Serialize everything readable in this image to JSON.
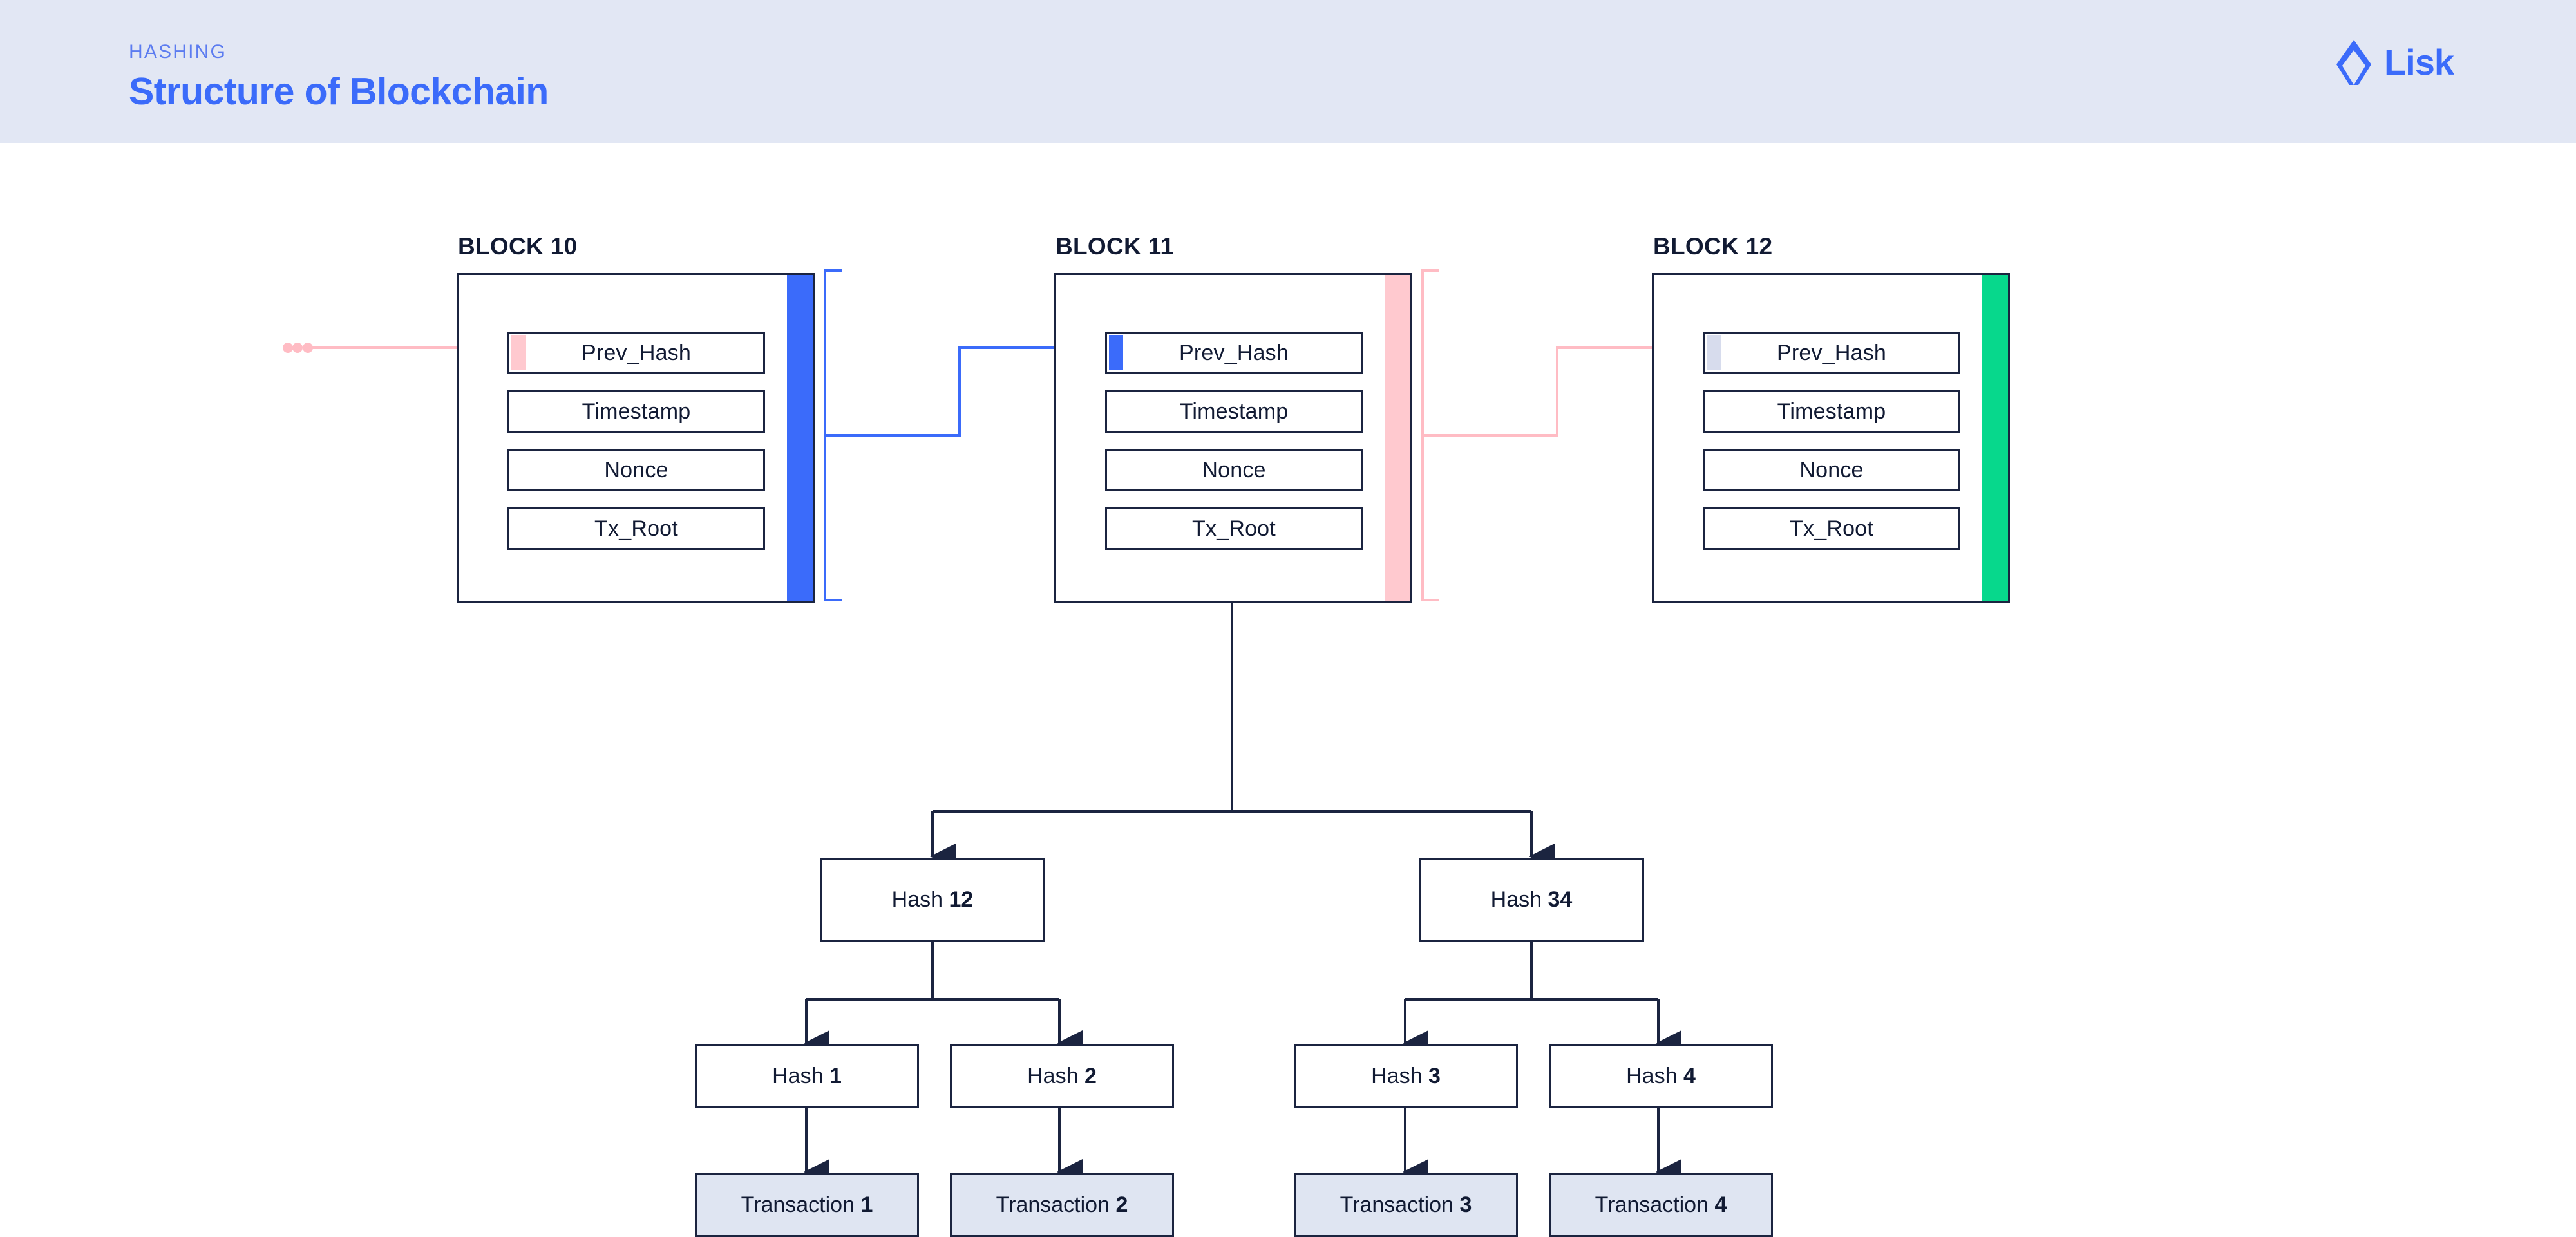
{
  "header": {
    "kicker": "HASHING",
    "title": "Structure of Blockchain",
    "brand_name": "Lisk",
    "brand_mark_icon": "lisk-droplet-icon",
    "background": "#e2e7f4",
    "title_color": "#3b6bfa",
    "kicker_color": "#5c7cf0"
  },
  "colors": {
    "blue": "#3b6bfa",
    "pink": "#ffc9cf",
    "pink_line": "#ffbcc4",
    "green": "#07d88c",
    "lavender": "#d7dced",
    "outline": "#1b2440",
    "tx_fill": "#dfe5f2",
    "text": "#111a33"
  },
  "blocks": [
    {
      "title": "BLOCK 10",
      "bar_color": "#3b6bfa",
      "bracket_color": "#3b6bfa",
      "prev_hash_strip_color": "#ffc9cf",
      "incoming_arrow_color": "#ffbcc4",
      "fields": [
        "Prev_Hash",
        "Timestamp",
        "Nonce",
        "Tx_Root"
      ]
    },
    {
      "title": "BLOCK 11",
      "bar_color": "#ffc9cf",
      "bracket_color": "#ffbcc4",
      "prev_hash_strip_color": "#3b6bfa",
      "incoming_arrow_color": "#3b6bfa",
      "fields": [
        "Prev_Hash",
        "Timestamp",
        "Nonce",
        "Tx_Root"
      ]
    },
    {
      "title": "BLOCK 12",
      "bar_color": "#07d88c",
      "bracket_color": null,
      "prev_hash_strip_color": "#d7dced",
      "incoming_arrow_color": "#ffbcc4",
      "fields": [
        "Prev_Hash",
        "Timestamp",
        "Nonce",
        "Tx_Root"
      ]
    }
  ],
  "leading_ellipsis": "• • •",
  "merkle": {
    "source_field": "Tx_Root",
    "source_block": "BLOCK 11",
    "intermediate": [
      {
        "prefix": "Hash ",
        "number": "12"
      },
      {
        "prefix": "Hash ",
        "number": "34"
      }
    ],
    "leaf_hashes": [
      {
        "prefix": "Hash ",
        "number": "1"
      },
      {
        "prefix": "Hash ",
        "number": "2"
      },
      {
        "prefix": "Hash ",
        "number": "3"
      },
      {
        "prefix": "Hash ",
        "number": "4"
      }
    ],
    "transactions": [
      {
        "prefix": "Transaction ",
        "number": "1"
      },
      {
        "prefix": "Transaction ",
        "number": "2"
      },
      {
        "prefix": "Transaction ",
        "number": "3"
      },
      {
        "prefix": "Transaction ",
        "number": "4"
      }
    ]
  }
}
